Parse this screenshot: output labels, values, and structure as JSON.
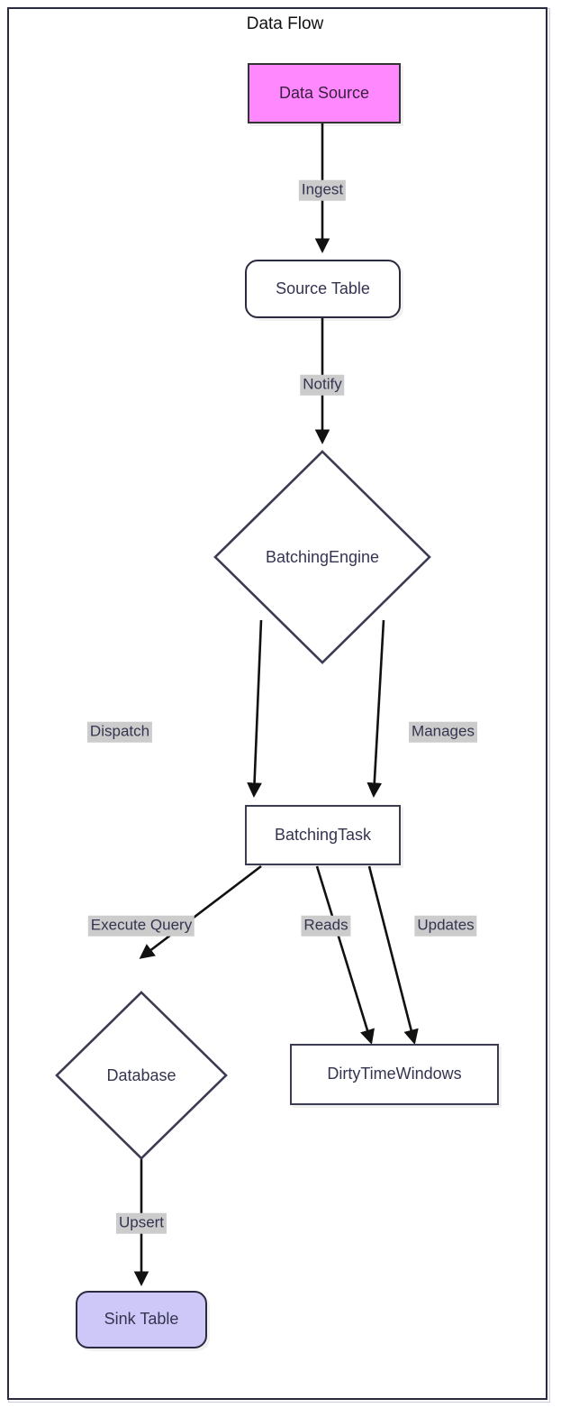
{
  "diagram": {
    "title": "Data Flow",
    "type": "flowchart",
    "direction": "top-down",
    "colors": {
      "frame_border": "#2b2b40",
      "frame_outline": "#c9cbe0",
      "node_stroke": "#3b3b52",
      "node_text": "#343450",
      "edge_stroke": "#111111",
      "edge_label_background": "#cccccc",
      "data_source_fill": "#ff88ff",
      "sink_table_fill": "#cdc8f7",
      "default_fill": "#ffffff",
      "canvas_background": "#ffffff"
    },
    "nodes": [
      {
        "id": "data_source",
        "label": "Data Source",
        "shape": "rect",
        "fill": "#ff88ff"
      },
      {
        "id": "source_table",
        "label": "Source Table",
        "shape": "rounded",
        "fill": "#ffffff"
      },
      {
        "id": "batching_engine",
        "label": "BatchingEngine",
        "shape": "diamond",
        "fill": "#ffffff"
      },
      {
        "id": "batching_task",
        "label": "BatchingTask",
        "shape": "rect",
        "fill": "#ffffff"
      },
      {
        "id": "database",
        "label": "Database",
        "shape": "diamond",
        "fill": "#ffffff"
      },
      {
        "id": "dirty_time_windows",
        "label": "DirtyTimeWindows",
        "shape": "rect",
        "fill": "#ffffff"
      },
      {
        "id": "sink_table",
        "label": "Sink Table",
        "shape": "rounded",
        "fill": "#cdc8f7"
      }
    ],
    "edges": [
      {
        "id": "e1",
        "from": "data_source",
        "to": "source_table",
        "label": "Ingest"
      },
      {
        "id": "e2",
        "from": "source_table",
        "to": "batching_engine",
        "label": "Notify"
      },
      {
        "id": "e3",
        "from": "batching_engine",
        "to": "batching_task",
        "label": "Dispatch"
      },
      {
        "id": "e4",
        "from": "batching_engine",
        "to": "batching_task",
        "label": "Manages"
      },
      {
        "id": "e5",
        "from": "batching_task",
        "to": "database",
        "label": "Execute Query"
      },
      {
        "id": "e6",
        "from": "batching_task",
        "to": "dirty_time_windows",
        "label": "Reads"
      },
      {
        "id": "e7",
        "from": "batching_task",
        "to": "dirty_time_windows",
        "label": "Updates"
      },
      {
        "id": "e8",
        "from": "database",
        "to": "sink_table",
        "label": "Upsert"
      }
    ]
  }
}
